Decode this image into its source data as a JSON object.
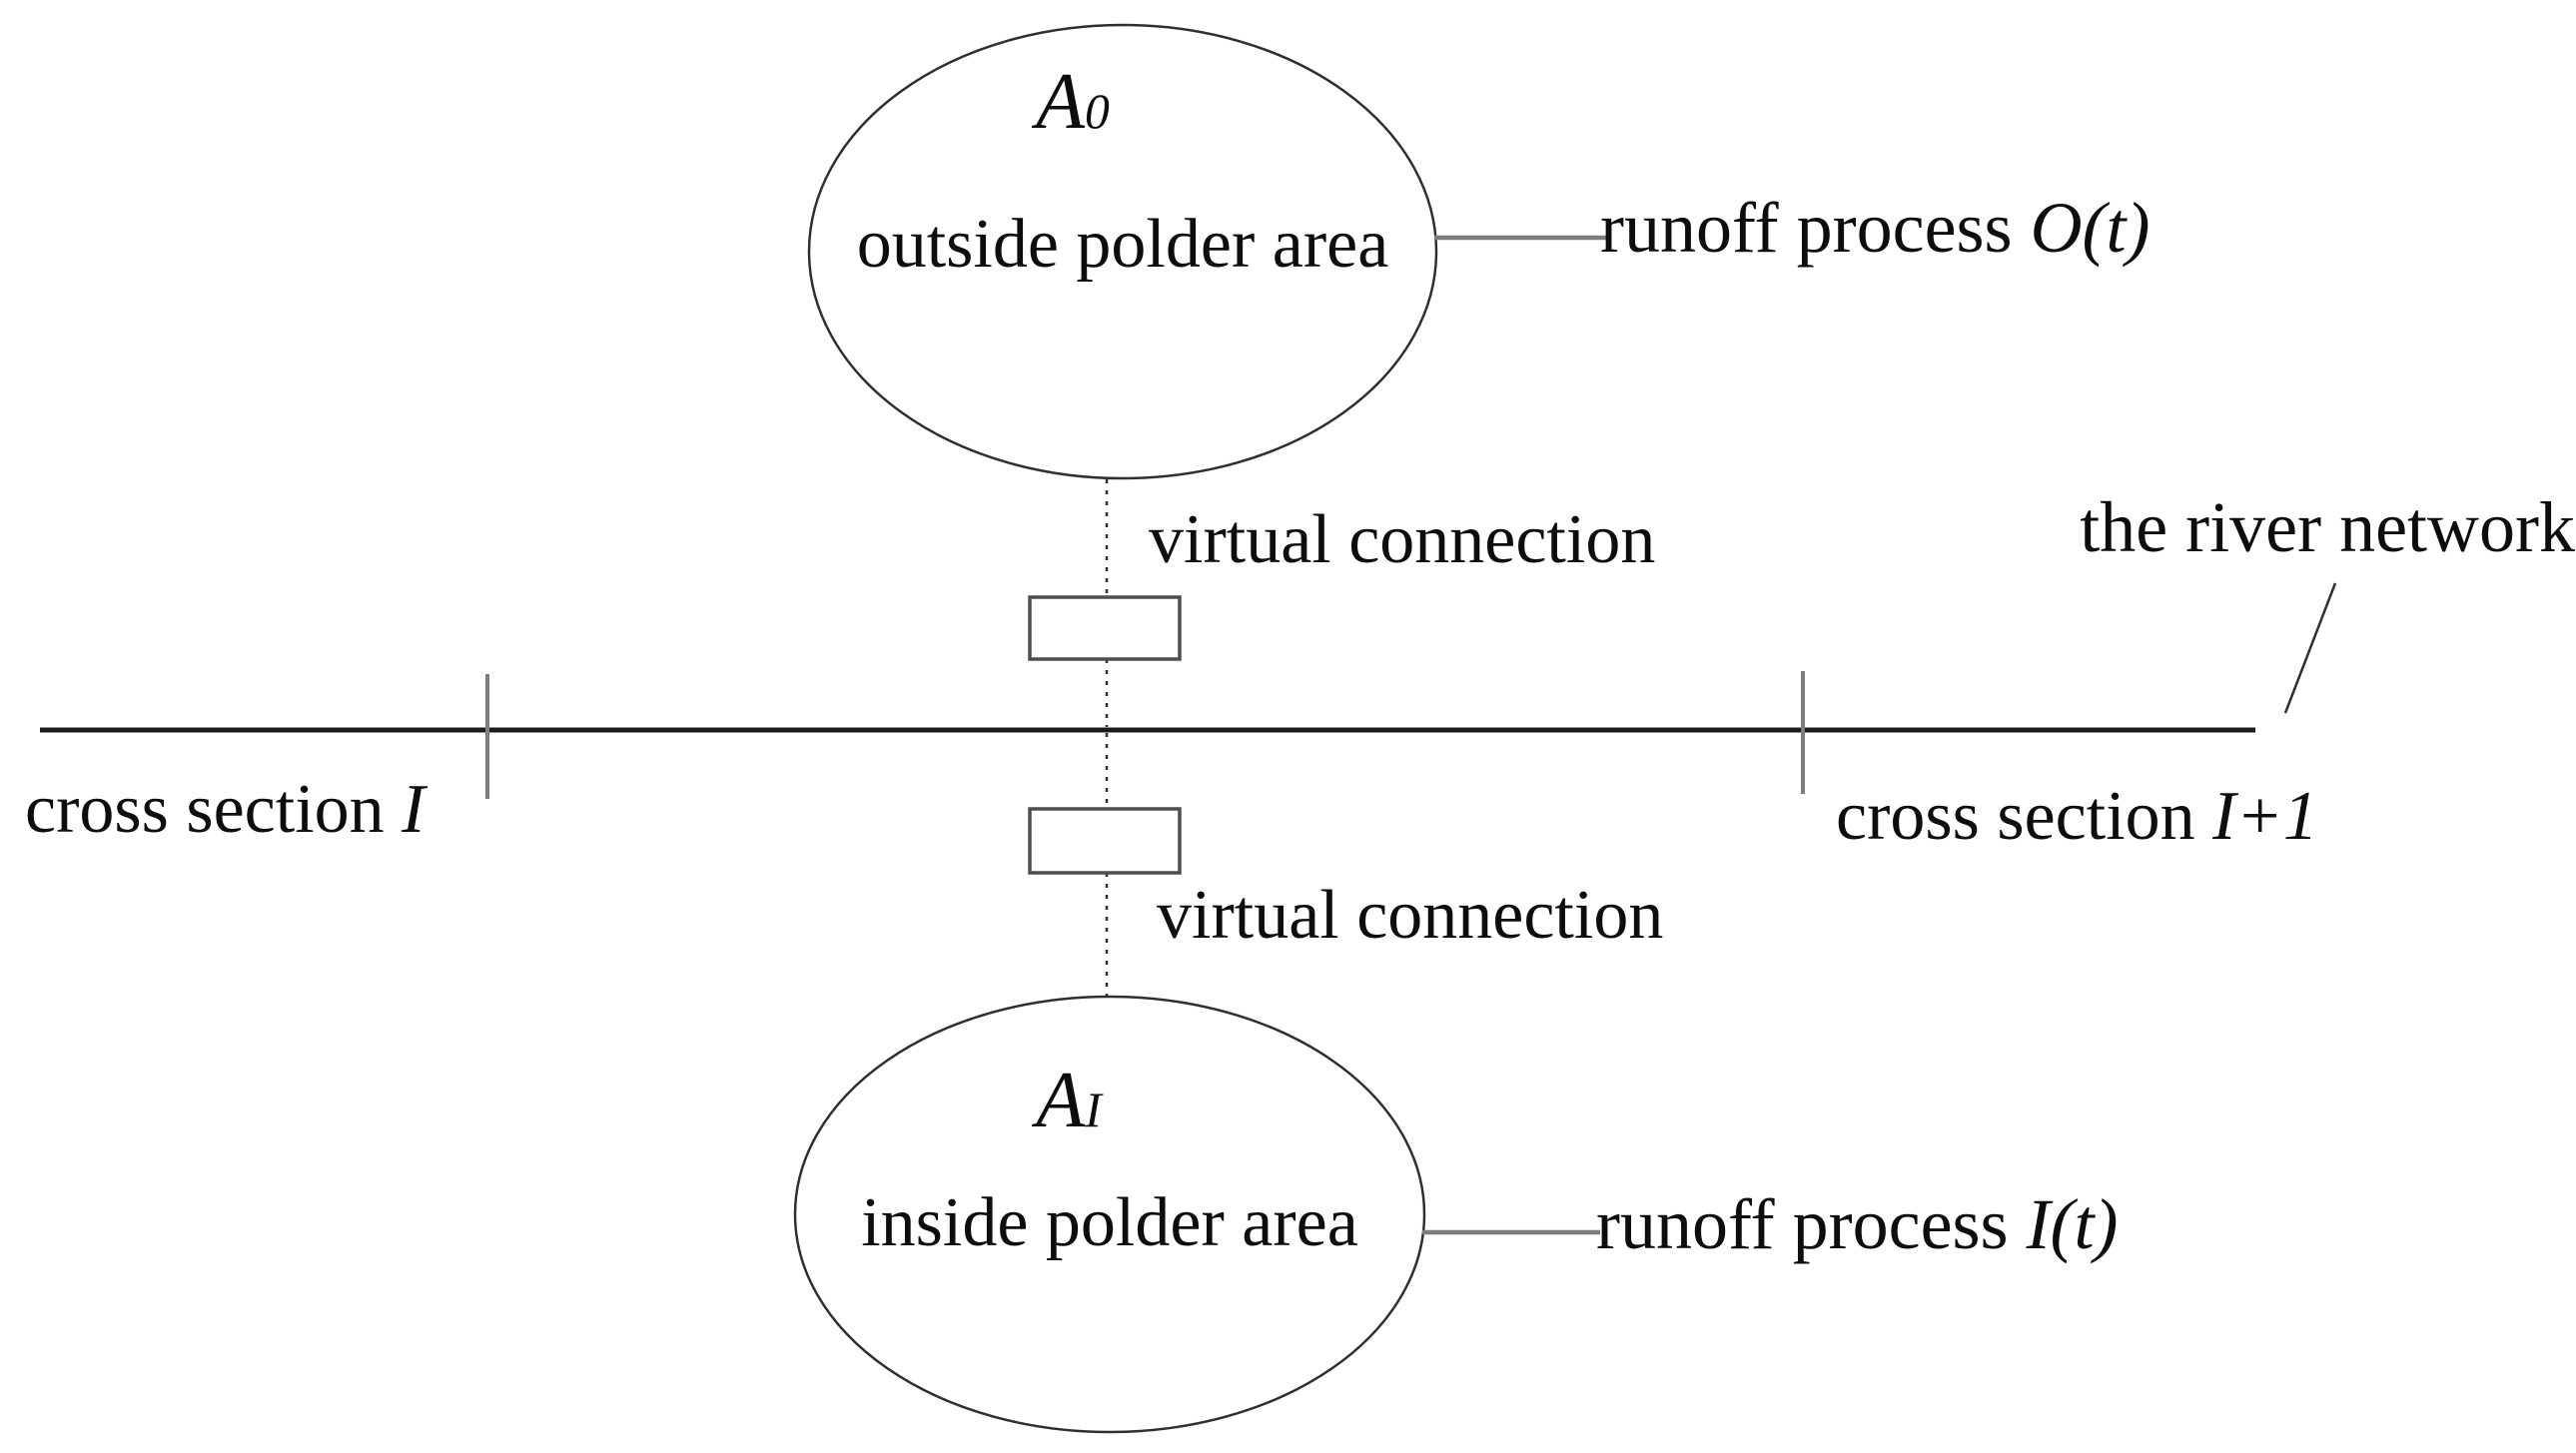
{
  "figure": {
    "nodes": {
      "outside_polder": {
        "letter": "A",
        "subscript": "0",
        "label": "outside polder area"
      },
      "inside_polder": {
        "letter": "A",
        "subscript": "I",
        "label": "inside polder area"
      }
    },
    "labels": {
      "runoff_outside": {
        "prefix": "runoff process ",
        "math": "O(t)"
      },
      "runoff_inside": {
        "prefix": "runoff process ",
        "math": "I(t)"
      },
      "virtual_connection_top": "virtual connection",
      "virtual_connection_bottom": "virtual connection",
      "river_network": "the river network",
      "cross_section_left": {
        "prefix": "cross section ",
        "math": "I"
      },
      "cross_section_right": {
        "prefix": "cross section ",
        "math": "I+1"
      }
    },
    "colors": {
      "text": "#0d0d0d",
      "line_dark": "#1c1c1c",
      "line_gray": "#7d7d7d",
      "shape_stroke": "#2f2f2f",
      "rect_stroke": "#4d4d4d",
      "background": "#ffffff"
    }
  }
}
